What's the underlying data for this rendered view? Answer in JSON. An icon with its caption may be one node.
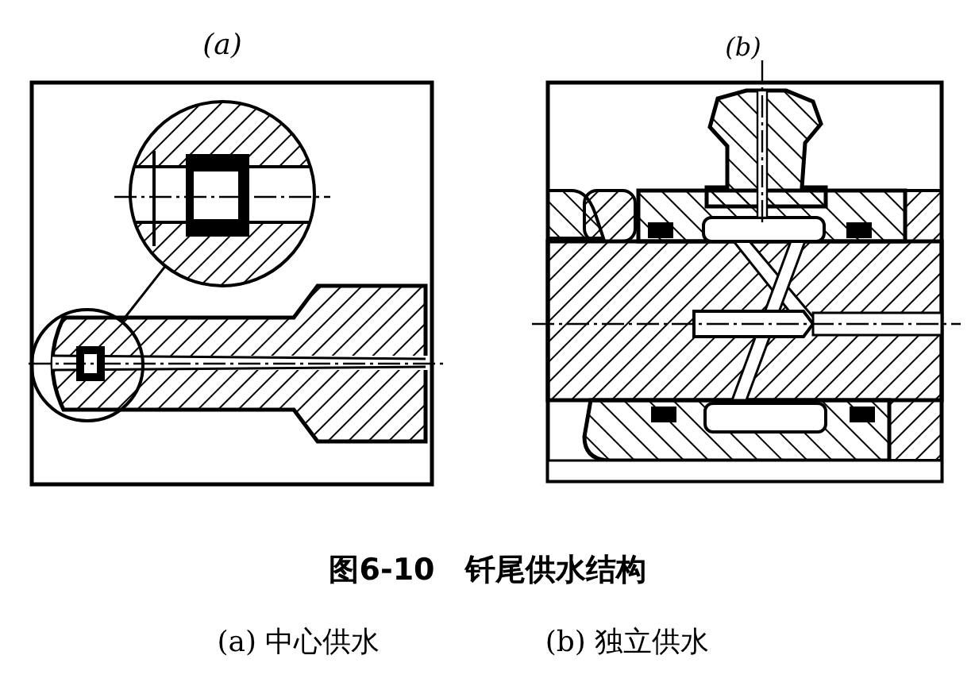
{
  "diagram": {
    "caption": "图6-10　钎尾供水结构",
    "nodes": [
      {
        "text": [],
        "shape": "circle"
      },
      {
        "text": [],
        "shape": "circle"
      }
    ],
    "edges": [
      {
        "from": 0,
        "to": 1,
        "arrow": "none"
      }
    ],
    "labels": [
      "(a)",
      "(b)",
      "(a) 中心供水",
      "(b) 独立供水"
    ]
  }
}
